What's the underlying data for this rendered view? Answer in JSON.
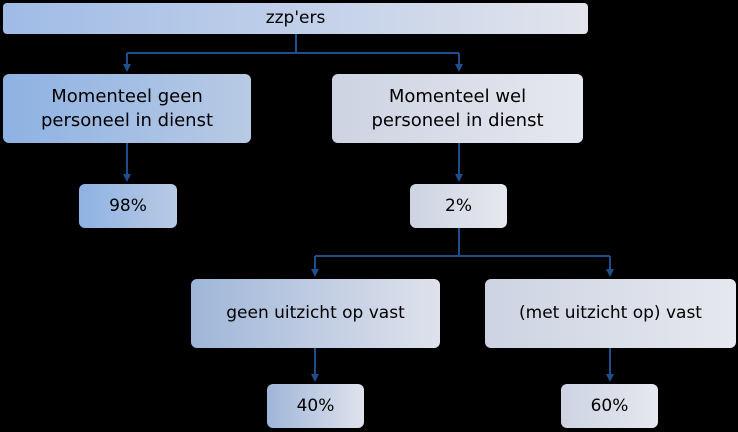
{
  "diagram": {
    "root": "zzp'ers",
    "left_branch": {
      "label": "Momenteel geen\npersoneel in dienst",
      "value": "98%"
    },
    "right_branch": {
      "label": "Momenteel wel\npersoneel in dienst",
      "value": "2%",
      "children": [
        {
          "label": "geen uitzicht op vast",
          "value": "40%"
        },
        {
          "label": "(met uitzicht op) vast",
          "value": "60%"
        }
      ]
    }
  },
  "colors": {
    "background": "#000000",
    "connector": "#1f4e8c",
    "blue_box": "#8eb2e3",
    "grey_box": "#dfe2ec"
  }
}
